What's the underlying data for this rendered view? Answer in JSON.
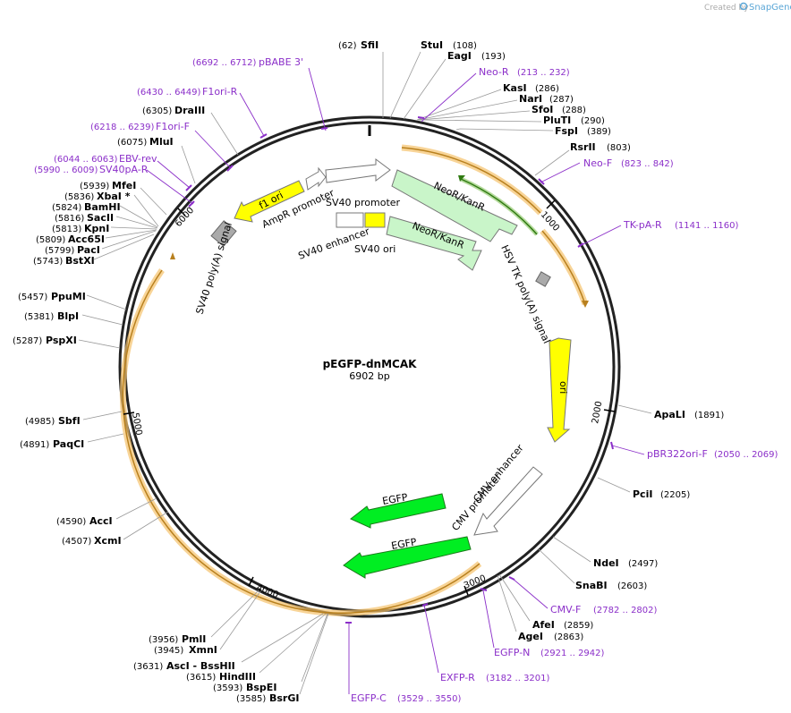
{
  "credit": {
    "prefix": "Created by",
    "brand": "SnapGene"
  },
  "plasmid": {
    "name": "pEGFP-dnMCAK",
    "size_label": "6902 bp",
    "length": 6902
  },
  "colors": {
    "backbone": "#222222",
    "primer": "#8b2fc9",
    "orf_highlight": "#f5c26b",
    "orf_stroke": "#c08a2a",
    "yellow_feature": "#ffff00",
    "green_feature": "#00ee22",
    "light_green": "#c9f5c9",
    "grey_feature": "#aaaaaa"
  },
  "ticks": [
    {
      "bp": 1000,
      "label": "1000"
    },
    {
      "bp": 2000,
      "label": "2000"
    },
    {
      "bp": 3000,
      "label": "3000"
    },
    {
      "bp": 4000,
      "label": "4000"
    },
    {
      "bp": 5000,
      "label": "5000"
    },
    {
      "bp": 6000,
      "label": "6000"
    }
  ],
  "enzymes": [
    {
      "name": "SfiI",
      "pos": "(62)"
    },
    {
      "name": "StuI",
      "pos": "(108)"
    },
    {
      "name": "EagI",
      "pos": "(193)"
    },
    {
      "name": "KasI",
      "pos": "(286)"
    },
    {
      "name": "NarI",
      "pos": "(287)"
    },
    {
      "name": "SfoI",
      "pos": "(288)"
    },
    {
      "name": "PluTI",
      "pos": "(290)"
    },
    {
      "name": "FspI",
      "pos": "(389)"
    },
    {
      "name": "RsrII",
      "pos": "(803)"
    },
    {
      "name": "ApaLI",
      "pos": "(1891)"
    },
    {
      "name": "PciI",
      "pos": "(2205)"
    },
    {
      "name": "NdeI",
      "pos": "(2497)"
    },
    {
      "name": "SnaBI",
      "pos": "(2603)"
    },
    {
      "name": "AfeI",
      "pos": "(2859)"
    },
    {
      "name": "AgeI",
      "pos": "(2863)"
    },
    {
      "name": "BsrGI",
      "pos": "(3585)"
    },
    {
      "name": "BspEI",
      "pos": "(3593)"
    },
    {
      "name": "HindIII",
      "pos": "(3615)"
    },
    {
      "name": "AscI - BssHII",
      "pos": "(3631)"
    },
    {
      "name": "XmnI",
      "pos": "(3945)"
    },
    {
      "name": "PmlI",
      "pos": "(3956)"
    },
    {
      "name": "XcmI",
      "pos": "(4507)"
    },
    {
      "name": "AccI",
      "pos": "(4590)"
    },
    {
      "name": "PaqCI",
      "pos": "(4891)"
    },
    {
      "name": "SbfI",
      "pos": "(4985)"
    },
    {
      "name": "PspXI",
      "pos": "(5287)"
    },
    {
      "name": "BlpI",
      "pos": "(5381)"
    },
    {
      "name": "PpuMI",
      "pos": "(5457)"
    },
    {
      "name": "BstXI",
      "pos": "(5743)"
    },
    {
      "name": "PacI",
      "pos": "(5799)"
    },
    {
      "name": "Acc65I",
      "pos": "(5809)"
    },
    {
      "name": "KpnI",
      "pos": "(5813)"
    },
    {
      "name": "SacII",
      "pos": "(5816)"
    },
    {
      "name": "BamHI",
      "pos": "(5824)"
    },
    {
      "name": "XbaI *",
      "pos": "(5836)"
    },
    {
      "name": "MfeI",
      "pos": "(5939)"
    },
    {
      "name": "MluI",
      "pos": "(6075)"
    },
    {
      "name": "DraIII",
      "pos": "(6305)"
    }
  ],
  "primers": [
    {
      "name": "pBABE 3'",
      "range": "(6692 .. 6712)"
    },
    {
      "name": "F1ori-R",
      "range": "(6430 .. 6449)"
    },
    {
      "name": "F1ori-F",
      "range": "(6218 .. 6239)"
    },
    {
      "name": "EBV-rev",
      "range": "(6044 .. 6063)"
    },
    {
      "name": "SV40pA-R",
      "range": "(5990 .. 6009)"
    },
    {
      "name": "Neo-R",
      "range": "(213 .. 232)"
    },
    {
      "name": "Neo-F",
      "range": "(823 .. 842)"
    },
    {
      "name": "TK-pA-R",
      "range": "(1141 .. 1160)"
    },
    {
      "name": "pBR322ori-F",
      "range": "(2050 .. 2069)"
    },
    {
      "name": "CMV-F",
      "range": "(2782 .. 2802)"
    },
    {
      "name": "EGFP-N",
      "range": "(2921 .. 2942)"
    },
    {
      "name": "EXFP-R",
      "range": "(3182 .. 3201)"
    },
    {
      "name": "EGFP-C",
      "range": "(3529 .. 3550)"
    }
  ],
  "features": [
    {
      "label": "SV40 promoter"
    },
    {
      "label": "NeoR/KanR"
    },
    {
      "label": "NeoR/KanR"
    },
    {
      "label": "SV40 enhancer"
    },
    {
      "label": "SV40 ori"
    },
    {
      "label": "AmpR promoter"
    },
    {
      "label": "f1 ori"
    },
    {
      "label": "SV40 poly(A) signal"
    },
    {
      "label": "HSV TK poly(A) signal"
    },
    {
      "label": "ori"
    },
    {
      "label": "CMV enhancer"
    },
    {
      "label": "CMV promoter"
    },
    {
      "label": "EGFP"
    },
    {
      "label": "EGFP"
    }
  ]
}
